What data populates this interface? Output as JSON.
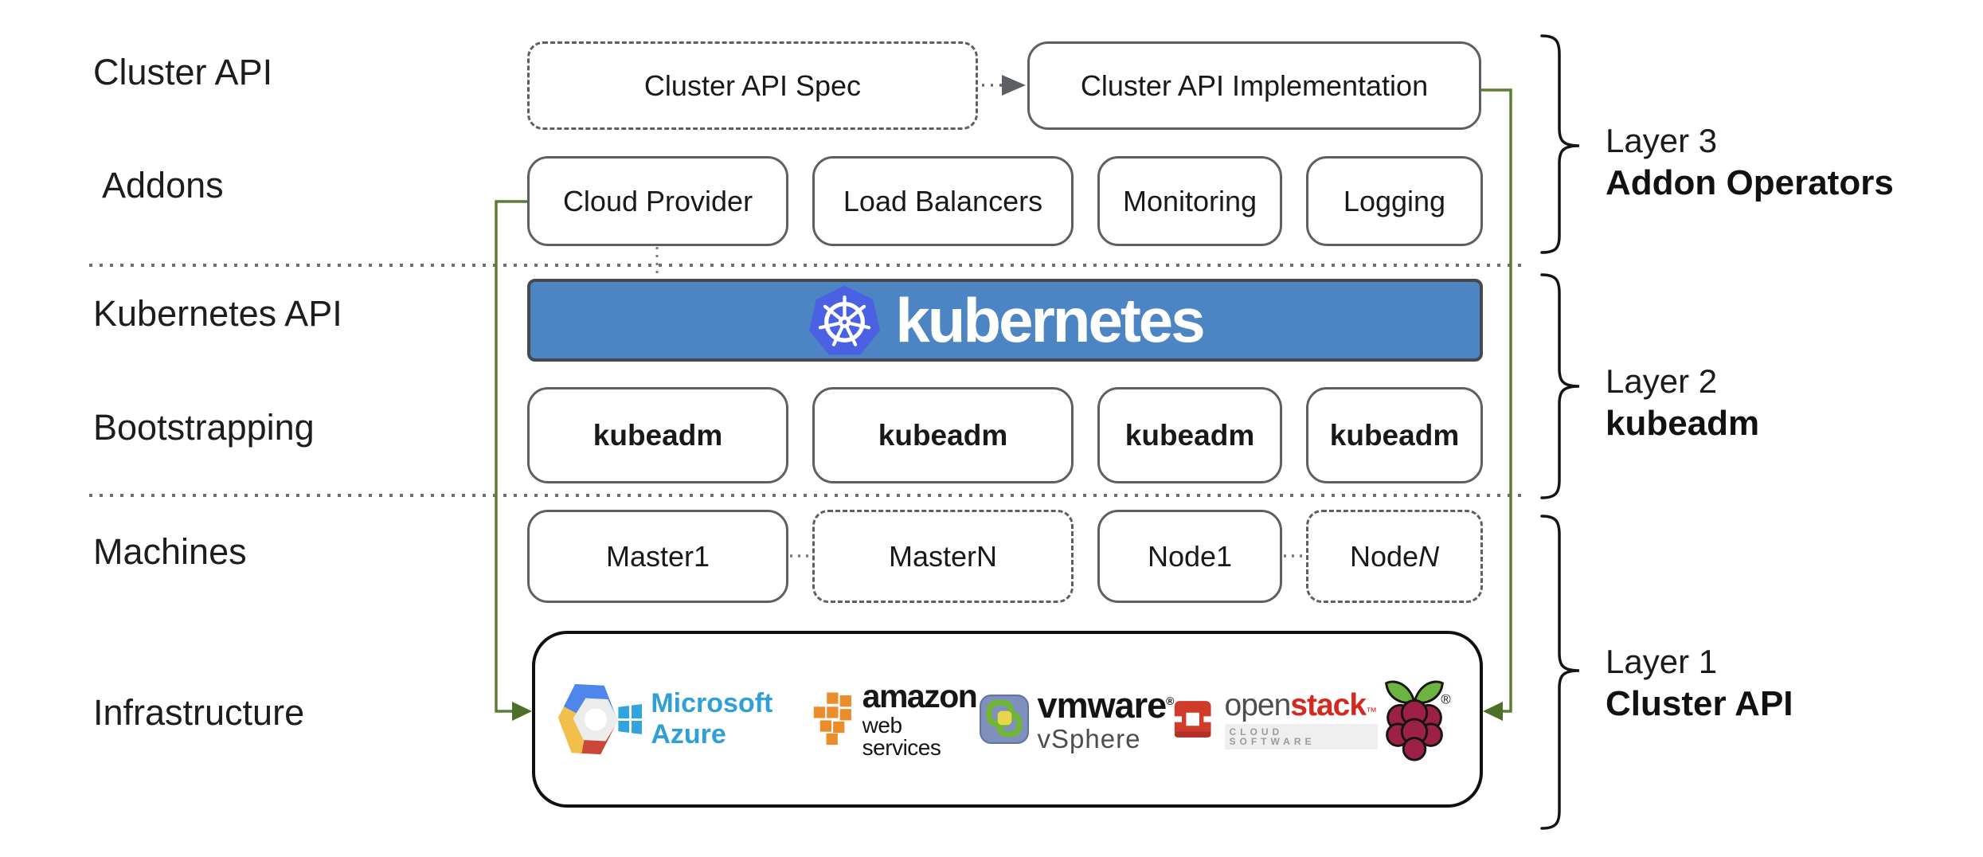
{
  "side_labels": {
    "cluster_api": "Cluster API",
    "addons": "Addons",
    "kubernetes_api": "Kubernetes API",
    "bootstrapping": "Bootstrapping",
    "machines": "Machines",
    "infrastructure": "Infrastructure"
  },
  "top_row": {
    "spec": "Cluster API Spec",
    "implementation": "Cluster API Implementation"
  },
  "addons_row": {
    "items": [
      "Cloud Provider",
      "Load Balancers",
      "Monitoring",
      "Logging"
    ]
  },
  "banner": {
    "text": "kubernetes"
  },
  "bootstrap_row": {
    "items": [
      "kubeadm",
      "kubeadm",
      "kubeadm",
      "kubeadm"
    ]
  },
  "machines_row": {
    "items": [
      {
        "prefix": "Master ",
        "suffix": "1"
      },
      {
        "prefix": "Master ",
        "suffix": "N"
      },
      {
        "prefix": "Node ",
        "suffix": "1"
      },
      {
        "prefix": "Node ",
        "suffix": "N"
      }
    ]
  },
  "infrastructure_row": {
    "providers": [
      "Google Cloud Platform",
      "Microsoft Azure",
      "Amazon Web Services",
      "VMware vSphere",
      "OpenStack",
      "Raspberry Pi"
    ],
    "azure_text": "Microsoft Azure",
    "aws_line1": "amazon",
    "aws_line2": "web services",
    "vmware_line1": "vmware",
    "vmware_line2": "vSphere",
    "vmware_reg": "®",
    "openstack_open": "open",
    "openstack_stack": "stack",
    "openstack_tm": "™",
    "openstack_sub": "CLOUD SOFTWARE",
    "rpi_reg": "®"
  },
  "layer_labels": [
    {
      "layer": "Layer 3",
      "name": "Addon Operators"
    },
    {
      "layer": "Layer 2",
      "name": "kubeadm"
    },
    {
      "layer": "Layer 1",
      "name": "Cluster API"
    }
  ],
  "colors": {
    "banner_blue": "#4d84c4",
    "k8s_logo_blue": "#4961e2",
    "connector_green": "#5a7e33",
    "arrowhead_green": "#4d7029",
    "box_border_gray": "#5c6064",
    "azure_blue": "#2f9fd8",
    "aws_orange": "#ec8d2b",
    "openstack_red": "#d5281f",
    "raspberry_red": "#9c2144",
    "raspberry_green": "#6cb33f",
    "gcp_blue": "#4e86ec",
    "gcp_red": "#c9483a",
    "gcp_yellow": "#f0bf4c"
  }
}
